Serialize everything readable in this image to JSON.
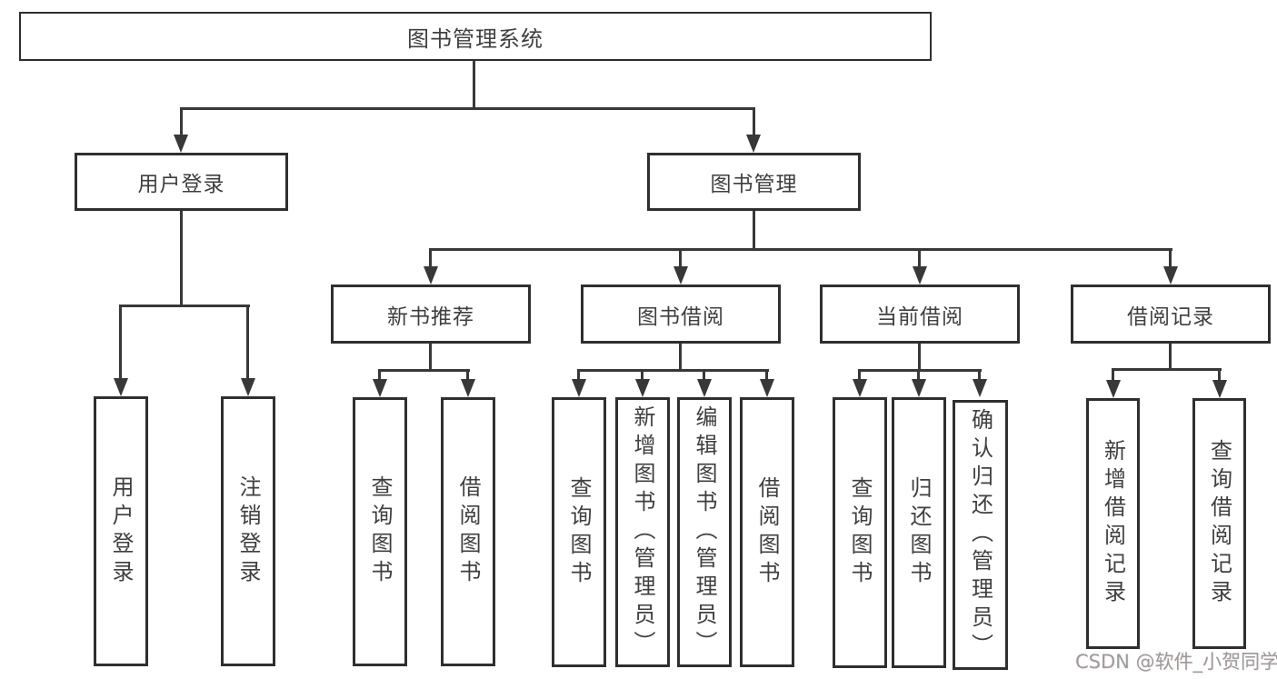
{
  "diagram": {
    "root": {
      "label": "图书管理系统"
    },
    "login": {
      "label": "用户登录",
      "children": [
        {
          "label": "用户登录"
        },
        {
          "label": "注销登录"
        }
      ]
    },
    "management": {
      "label": "图书管理",
      "groups": [
        {
          "label": "新书推荐",
          "children": [
            {
              "label": "查询图书"
            },
            {
              "label": "借阅图书"
            }
          ]
        },
        {
          "label": "图书借阅",
          "children": [
            {
              "label": "查询图书"
            },
            {
              "label": "新增图书（管理员）"
            },
            {
              "label": "编辑图书（管理员）"
            },
            {
              "label": "借阅图书"
            }
          ]
        },
        {
          "label": "当前借阅",
          "children": [
            {
              "label": "查询图书"
            },
            {
              "label": "归还图书"
            },
            {
              "label": "确认归还（管理员）"
            }
          ]
        },
        {
          "label": "借阅记录",
          "children": [
            {
              "label": "新增借阅记录"
            },
            {
              "label": "查询借阅记录"
            }
          ]
        }
      ]
    }
  },
  "watermark": {
    "text": "CSDN @软件_小贺同学"
  },
  "colors": {
    "line": "#383838",
    "box_border": "#2f2f2f",
    "text": "#3f3f3f",
    "watermark": "#9c9c9c",
    "background": "#ffffff"
  }
}
